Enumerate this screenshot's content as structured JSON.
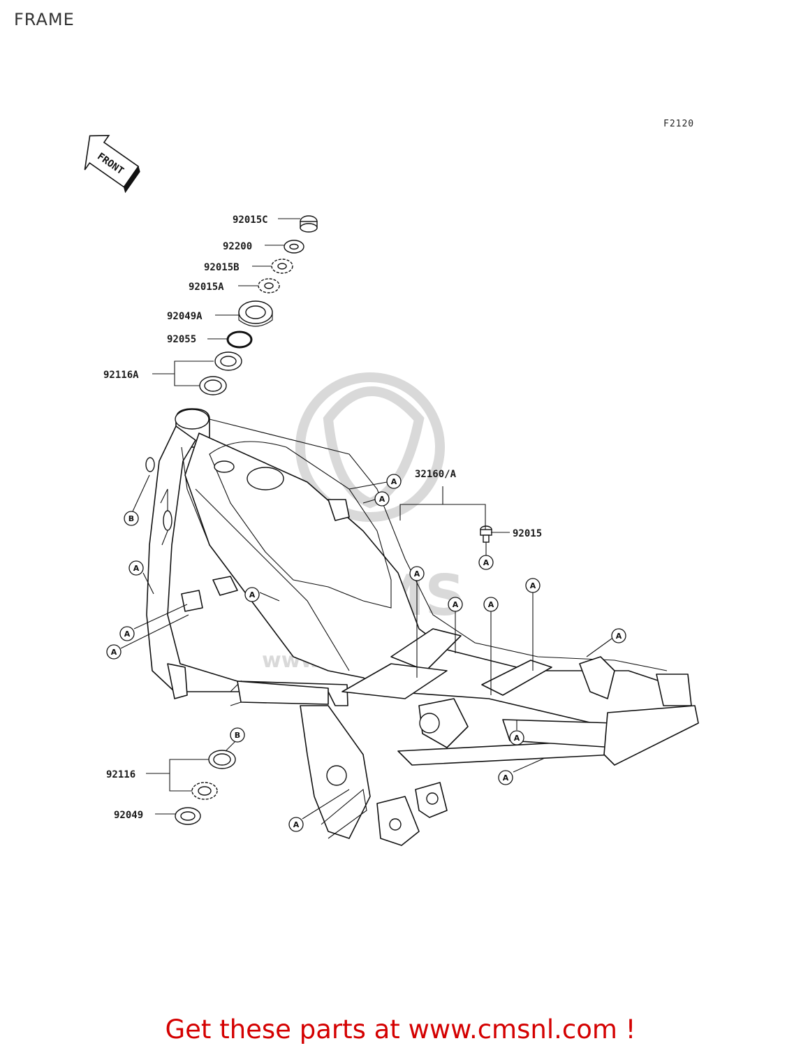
{
  "page": {
    "title": "FRAME",
    "diagram_code": "F2120",
    "call_to_action": "Get these parts at www.cmsnl.com !",
    "cta_color": "#d40000"
  },
  "orientation": {
    "arrow_label": "FRONT"
  },
  "watermark": {
    "text": "CMS",
    "url_text": "www.cmsnl.com"
  },
  "part_labels": [
    {
      "id": "p1",
      "text": "92015C"
    },
    {
      "id": "p2",
      "text": "92200"
    },
    {
      "id": "p3",
      "text": "92015B"
    },
    {
      "id": "p4",
      "text": "92015A"
    },
    {
      "id": "p5",
      "text": "92049A"
    },
    {
      "id": "p6",
      "text": "92055"
    },
    {
      "id": "p7",
      "text": "92116A"
    },
    {
      "id": "p8",
      "text": "32160/A"
    },
    {
      "id": "p9",
      "text": "92015"
    },
    {
      "id": "p10",
      "text": "92116"
    },
    {
      "id": "p11",
      "text": "92049"
    }
  ],
  "markers": {
    "a": "A",
    "b": "B"
  }
}
